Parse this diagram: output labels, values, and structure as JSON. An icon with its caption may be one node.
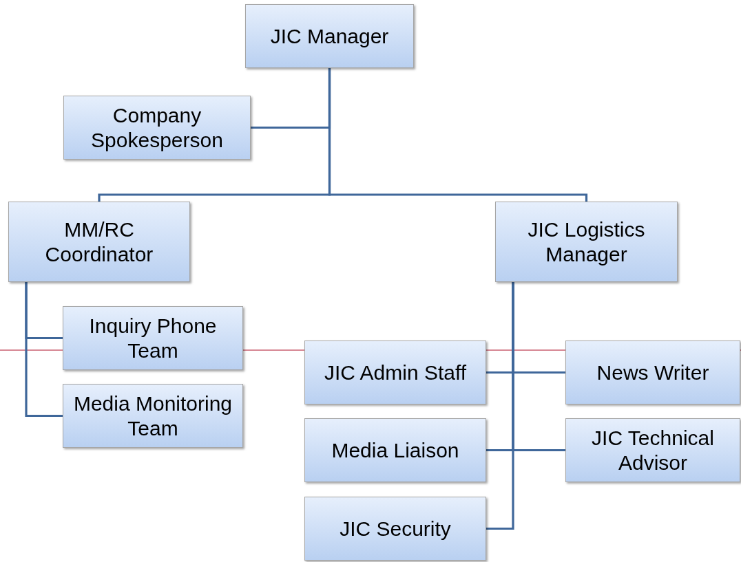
{
  "diagram": {
    "nodes": [
      {
        "text": [
          "JIC Manager"
        ]
      },
      {
        "text": [
          "Company Spokesperson"
        ]
      },
      {
        "text": [
          "MM/RC Coordinator"
        ]
      },
      {
        "text": [
          "JIC Logistics Manager"
        ]
      },
      {
        "text": [
          "Inquiry Phone Team"
        ]
      },
      {
        "text": [
          "Media Monitoring Team"
        ]
      },
      {
        "text": [
          "JIC Admin Staff"
        ]
      },
      {
        "text": [
          "News Writer"
        ]
      },
      {
        "text": [
          "Media Liaison"
        ]
      },
      {
        "text": [
          "JIC Technical Advisor"
        ]
      },
      {
        "text": [
          "JIC Security"
        ]
      }
    ],
    "edges": [
      {
        "from": 0,
        "to": 1,
        "arrow": "none"
      },
      {
        "from": 0,
        "to": 2,
        "arrow": "none"
      },
      {
        "from": 0,
        "to": 3,
        "arrow": "none"
      },
      {
        "from": 2,
        "to": 4,
        "arrow": "none"
      },
      {
        "from": 2,
        "to": 5,
        "arrow": "none"
      },
      {
        "from": 3,
        "to": 6,
        "arrow": "none"
      },
      {
        "from": 3,
        "to": 7,
        "arrow": "none"
      },
      {
        "from": 3,
        "to": 8,
        "arrow": "none"
      },
      {
        "from": 3,
        "to": 9,
        "arrow": "none"
      },
      {
        "from": 3,
        "to": 10,
        "arrow": "none"
      }
    ]
  }
}
